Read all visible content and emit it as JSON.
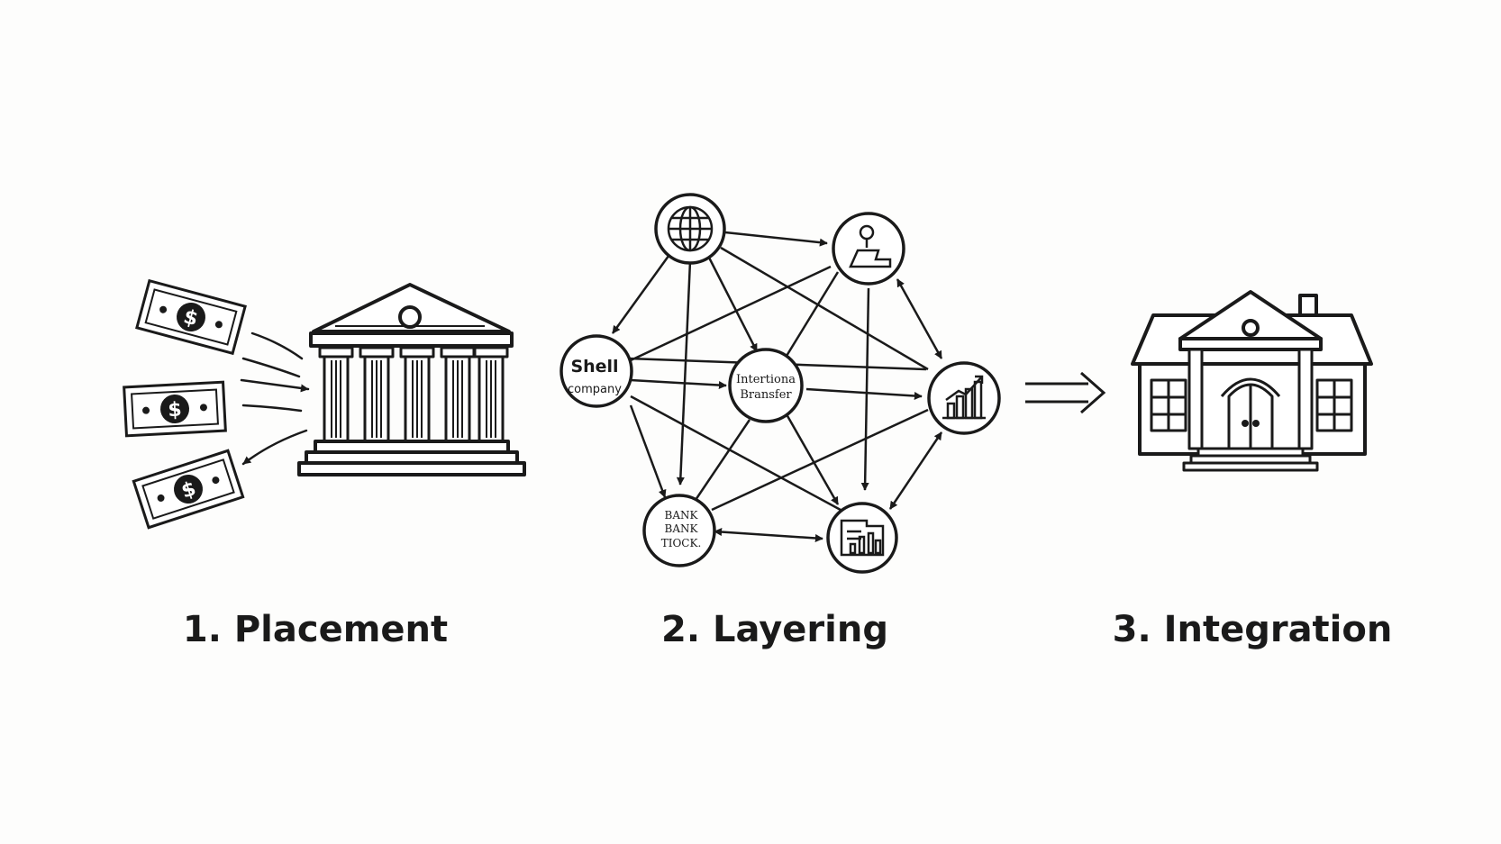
{
  "stages": {
    "placement": {
      "label": "1. Placement"
    },
    "layering": {
      "label": "2. Layering"
    },
    "integration": {
      "label": "3. Integration"
    }
  },
  "nodes": {
    "shell_company": {
      "line1": "Shell",
      "line2": "company"
    },
    "international_transfer": {
      "line1": "Intertiona",
      "line2": "Bransfer"
    },
    "bank_node": {
      "line1": "BANK",
      "line2": "BANK",
      "line3": "TIOCK."
    }
  },
  "icons": {
    "money": "dollar-bill-icon",
    "bank": "bank-building-icon",
    "globe": "globe-icon",
    "person": "person-desk-icon",
    "chart": "growth-chart-icon",
    "financial": "financial-report-icon",
    "house": "mansion-icon",
    "arrow": "double-arrow-right-icon"
  },
  "colors": {
    "ink": "#1a1a1a",
    "background": "#fdfdfc"
  }
}
